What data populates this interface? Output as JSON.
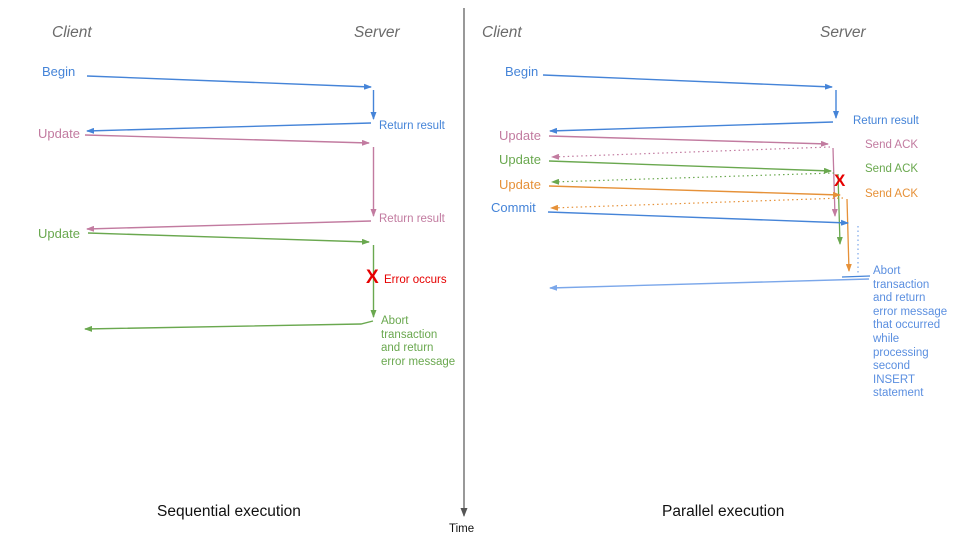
{
  "colors": {
    "blue": "#4584d8",
    "light_blue": "#7ba7ea",
    "pink": "#c27ba0",
    "green": "#6aa84f",
    "orange": "#e69138",
    "red": "#e60000",
    "gray_header": "#6b6b6b",
    "axis": "#555555"
  },
  "time_axis": {
    "label": "Time"
  },
  "left_panel": {
    "caption": "Sequential execution",
    "client_header": "Client",
    "server_header": "Server",
    "begin_label": "Begin",
    "return_result_1": "Return result",
    "update_1": "Update",
    "return_result_2": "Return result",
    "update_2": "Update",
    "error_x": "X",
    "error_label": "Error occurs",
    "abort_label": "Abort\ntransaction\nand return\nerror message"
  },
  "right_panel": {
    "caption": "Parallel execution",
    "client_header": "Client",
    "server_header": "Server",
    "begin_label": "Begin",
    "return_result": "Return result",
    "update_1": "Update",
    "send_ack_1": "Send ACK",
    "update_2": "Update",
    "send_ack_2": "Send ACK",
    "update_3": "Update",
    "send_ack_3": "Send ACK",
    "commit_label": "Commit",
    "error_x": "X",
    "abort_label": "Abort\ntransaction\nand return\nerror message\nthat occurred\nwhile\nprocessing\nsecond\nINSERT\nstatement"
  }
}
